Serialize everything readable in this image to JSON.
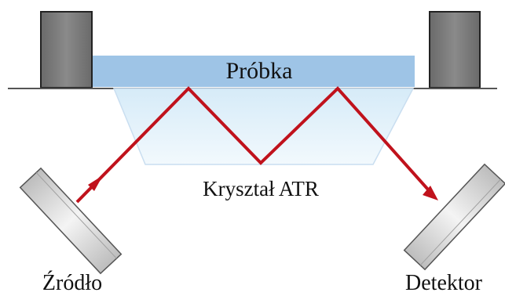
{
  "labels": {
    "sample": "Próbka",
    "crystal": "Kryształ ATR",
    "source": "Źródło",
    "detector": "Detektor"
  },
  "colors": {
    "beam": "#c0121c",
    "sample_band": "#9ec4e6",
    "crystal_fill": "#e6f3fb",
    "clamp_fill": "#7a7a7a",
    "mirror_fill": "#d9d9d9"
  }
}
